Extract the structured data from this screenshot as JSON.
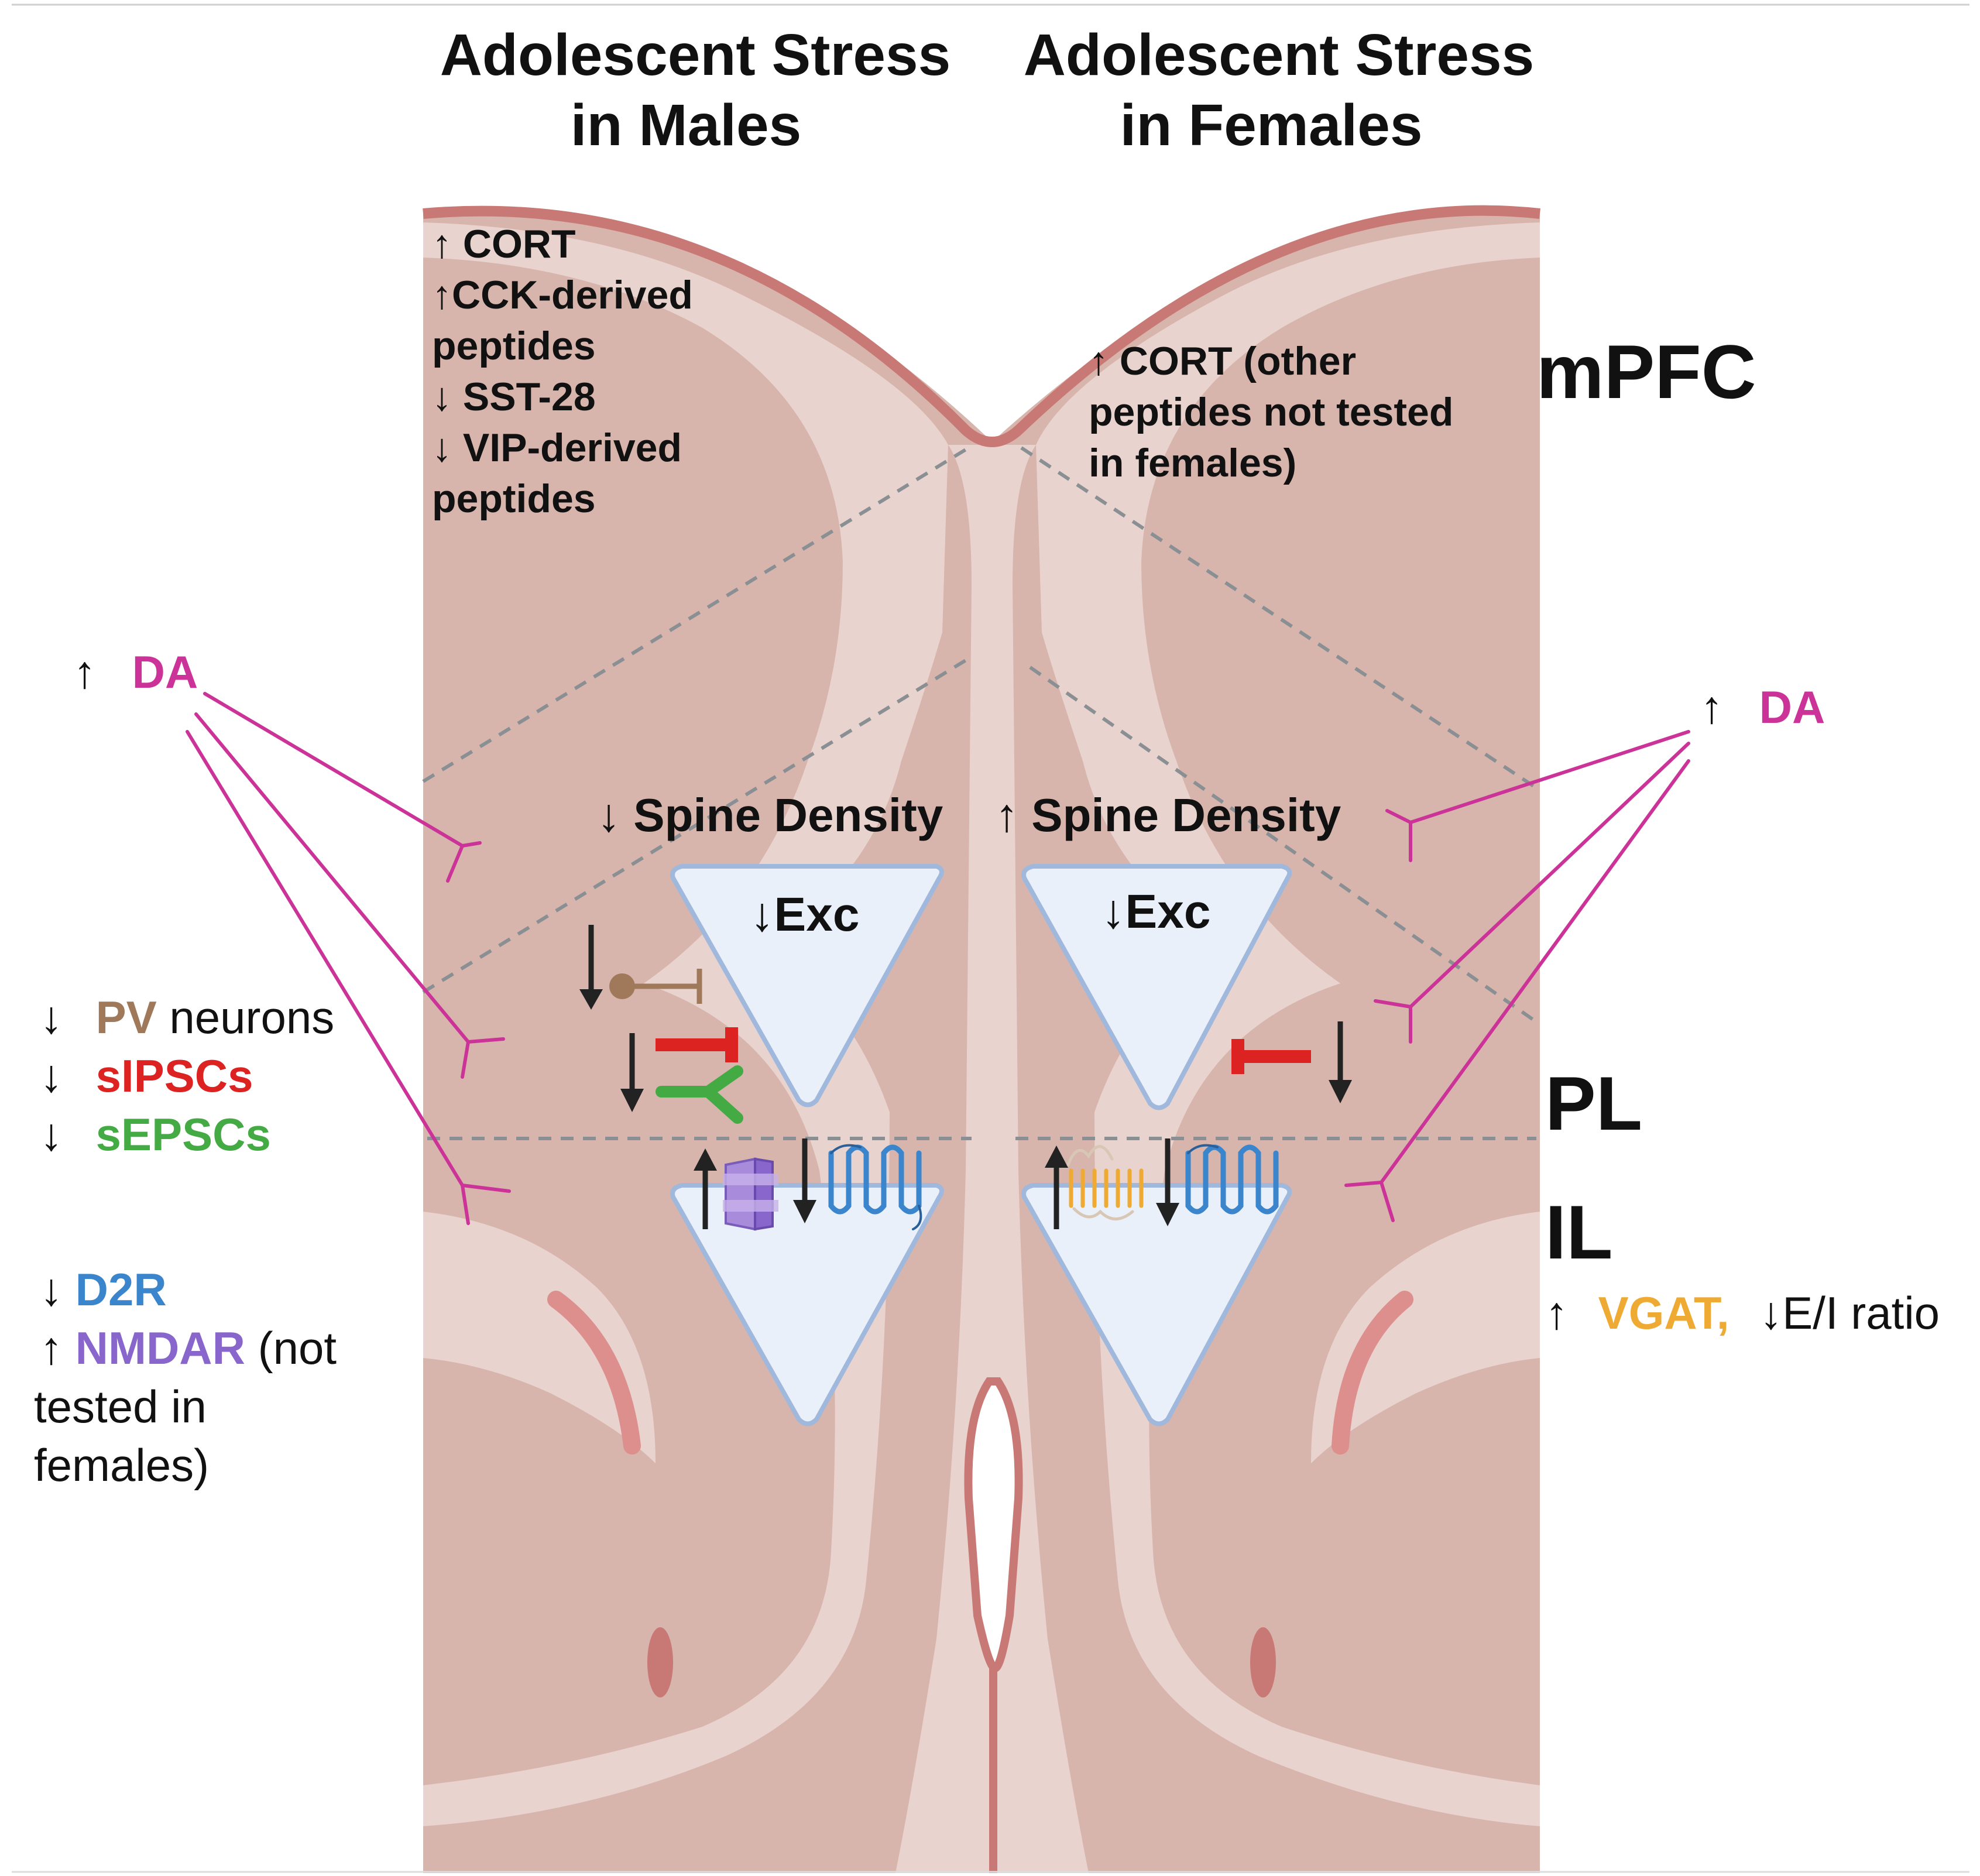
{
  "header": {
    "males_line1": "Adolescent Stress",
    "males_line2": "in Males",
    "females_line1": "Adolescent Stress",
    "females_line2": "in Females"
  },
  "regions": {
    "mpfc": "mPFC",
    "pl": "PL",
    "il": "IL"
  },
  "males_peptides": {
    "line1": "↑ CORT",
    "line2": "↑CCK-derived",
    "line3": "peptides",
    "line4": "↓ SST-28",
    "line5": "↓ VIP-derived",
    "line6": "peptides"
  },
  "females_peptides": {
    "line1": "↑ CORT (other",
    "line2": "peptides not tested",
    "line3": "in females)"
  },
  "dopamine": {
    "arrow": "↑",
    "label": "DA"
  },
  "spine": {
    "males": "↓ Spine Density",
    "females": "↑ Spine Density"
  },
  "neuron": {
    "exc_label": "↓Exc"
  },
  "left_panel": {
    "pv_arrow": "↓",
    "pv_label": "PV",
    "pv_suffix": " neurons",
    "ipsc_arrow": "↓",
    "ipsc_label": "sIPSCs",
    "epsc_arrow": "↓",
    "epsc_label": "sEPSCs",
    "d2r_arrow": "↓",
    "d2r_label": "D2R",
    "nmdar_arrow": "↑",
    "nmdar_label": "NMDAR",
    "nmdar_suffix": " (not",
    "tested_line1": "tested in",
    "tested_line2": "females)"
  },
  "right_panel": {
    "vgat_arrow": "↑",
    "vgat_label": "VGAT,",
    "ei_text": "↓E/I ratio"
  },
  "colors": {
    "tissue": "#d7b5ac",
    "tissue_light": "#e9d3ce",
    "cortex_edge": "#c97975",
    "neuron_fill": "#e9f0f9",
    "neuron_stroke": "#9fb8dc",
    "dopamine": "#cc3399",
    "pv": "#a0785a",
    "ipsc": "#dd2222",
    "epsc": "#44aa44",
    "d2r": "#3a85cc",
    "nmdar": "#8866cc",
    "vgat": "#eeaa33",
    "dashed": "#8a8f93"
  }
}
